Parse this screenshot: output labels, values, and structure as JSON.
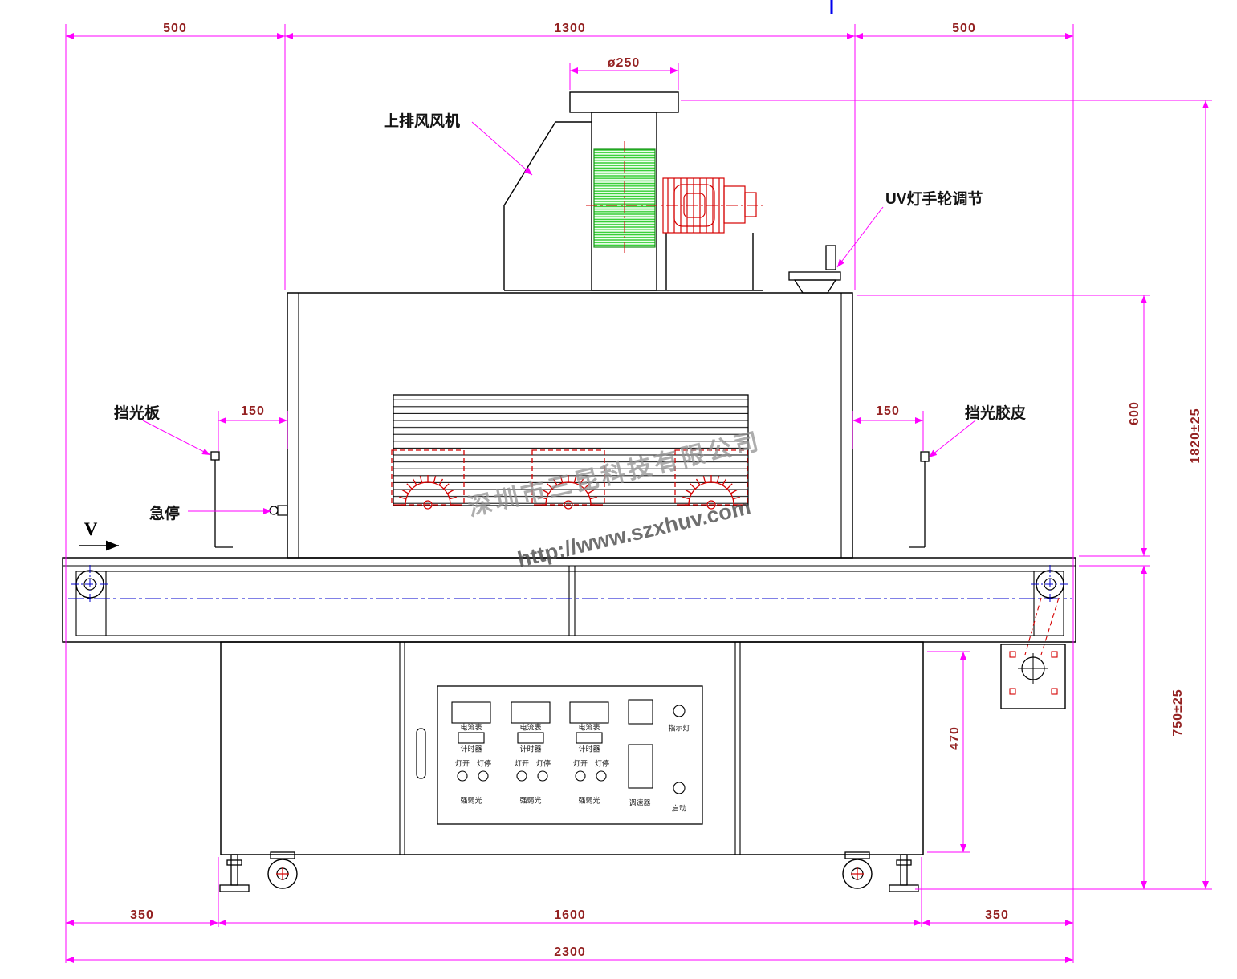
{
  "drawing": {
    "labels": {
      "top_fan": "上排风风机",
      "uv_handwheel": "UV灯手轮调节",
      "light_shield_plate": "挡光板",
      "light_shield_rubber": "挡光胶皮",
      "emergency_stop": "急停",
      "belt_direction": "V"
    },
    "dimensions": {
      "top_left_500": "500",
      "top_center_1300": "1300",
      "top_right_500": "500",
      "duct_dia": "ø250",
      "left_gap_150": "150",
      "right_gap_150": "150",
      "oven_height_600": "600",
      "overall_height": "1820±25",
      "belt_height": "750±25",
      "cabinet_height_470": "470",
      "bottom_left_350": "350",
      "bottom_center_1600": "1600",
      "bottom_right_350": "350",
      "overall_width_2300": "2300"
    },
    "control_panel": {
      "ammeter": "电流表",
      "timer": "计时器",
      "lamp_on": "灯开",
      "lamp_off": "灯停",
      "light_level": "强弱光",
      "indicator_lamp": "指示灯",
      "speed_governor": "调速器",
      "start": "启动"
    },
    "watermark": {
      "company": "深圳市三昆科技有限公司",
      "website": "http://www.szxhuv.com"
    },
    "colors": {
      "dimension": "#FF00FF",
      "dimension_text": "#942222",
      "outline": "#000000",
      "detail_red": "#D40000",
      "centerline_blue": "#0000CC",
      "fan_green": "#2ECC2E"
    }
  }
}
